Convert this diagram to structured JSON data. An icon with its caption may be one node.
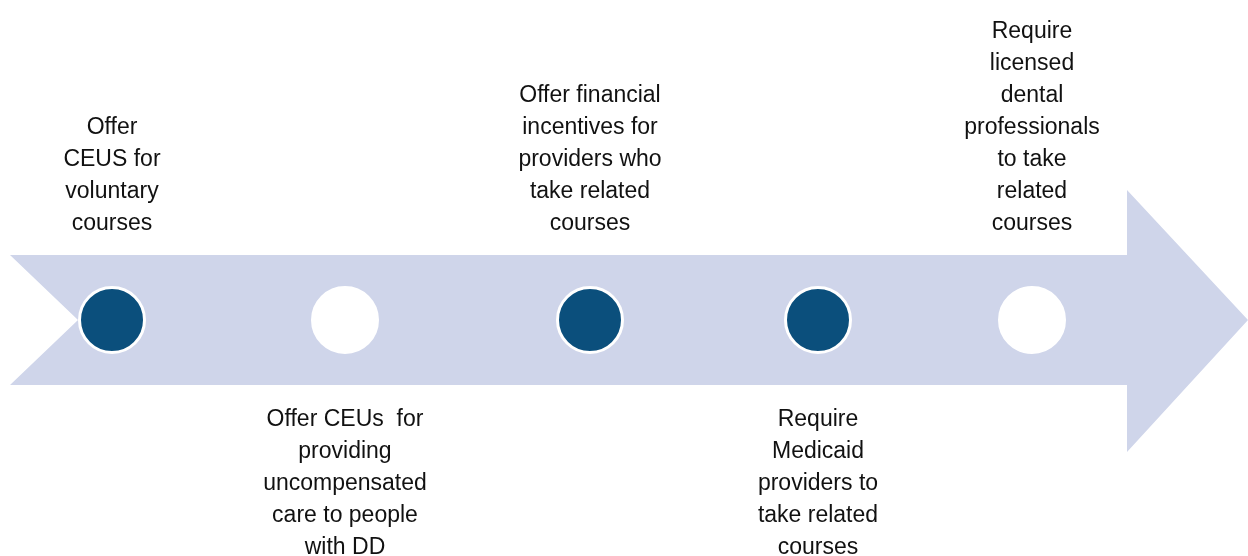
{
  "diagram": {
    "nodes": [
      {
        "text": [],
        "shape": "circle",
        "beside": [
          "Offer CEUS for voluntary courses"
        ]
      },
      {
        "text": [],
        "shape": "circle",
        "beside": [
          "Offer CEUs  for providing uncompensated care to people with DD"
        ]
      },
      {
        "text": [],
        "shape": "circle",
        "beside": [
          "Offer financial incentives for providers who take related courses"
        ]
      },
      {
        "text": [],
        "shape": "circle",
        "beside": [
          "Require Medicaid providers to take related courses"
        ]
      },
      {
        "text": [],
        "shape": "circle",
        "beside": [
          "Require licensed dental professionals to take related courses"
        ]
      }
    ]
  }
}
